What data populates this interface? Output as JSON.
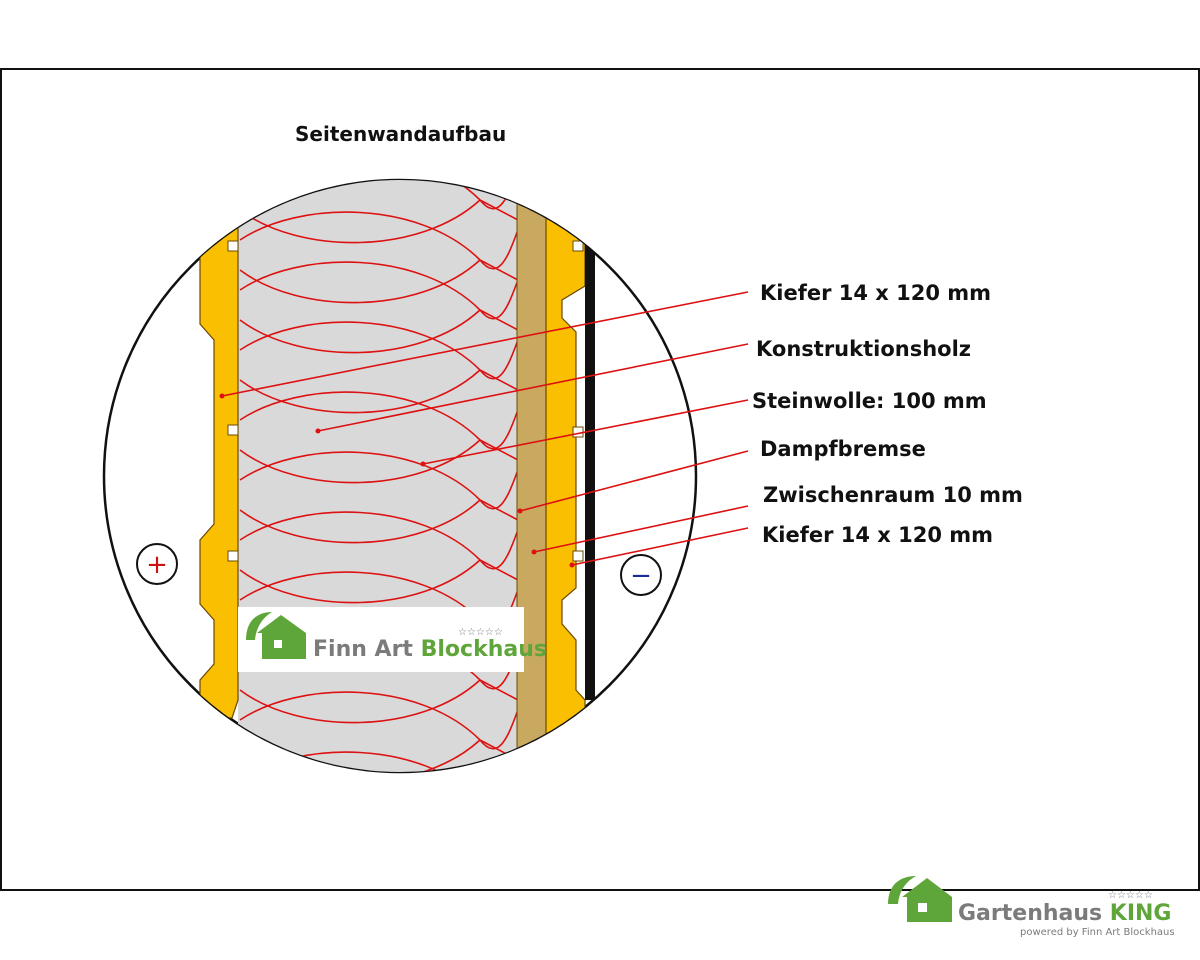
{
  "title": "Seitenwandaufbau",
  "layers": [
    {
      "label": "Kiefer 14 x 120 mm"
    },
    {
      "label": "Konstruktionsholz"
    },
    {
      "label": "Steinwolle: 100 mm"
    },
    {
      "label": "Dampfbremse"
    },
    {
      "label": "Zwischenraum 10 mm"
    },
    {
      "label": "Kiefer 14 x 120 mm"
    }
  ],
  "side_markers": {
    "inside": "+",
    "outside": "−"
  },
  "logo_center": {
    "part1": "Finn Art ",
    "part2": "Blockhaus",
    "stars": "☆☆☆☆☆"
  },
  "logo_corner": {
    "part1": "Gartenhaus ",
    "part2": "KING",
    "tagline": "powered by Finn Art Blockhaus",
    "stars": "☆☆☆☆☆"
  },
  "colors": {
    "wood": "#f9bf00",
    "wood_edge": "#6a4a00",
    "insulation": "#d9d9d9",
    "insulation_line": "#dd1111",
    "vapor_barrier": "#c9a860",
    "membrane": "#111111",
    "logo_green": "#5fa63a",
    "logo_grey": "#7b7b7b"
  }
}
